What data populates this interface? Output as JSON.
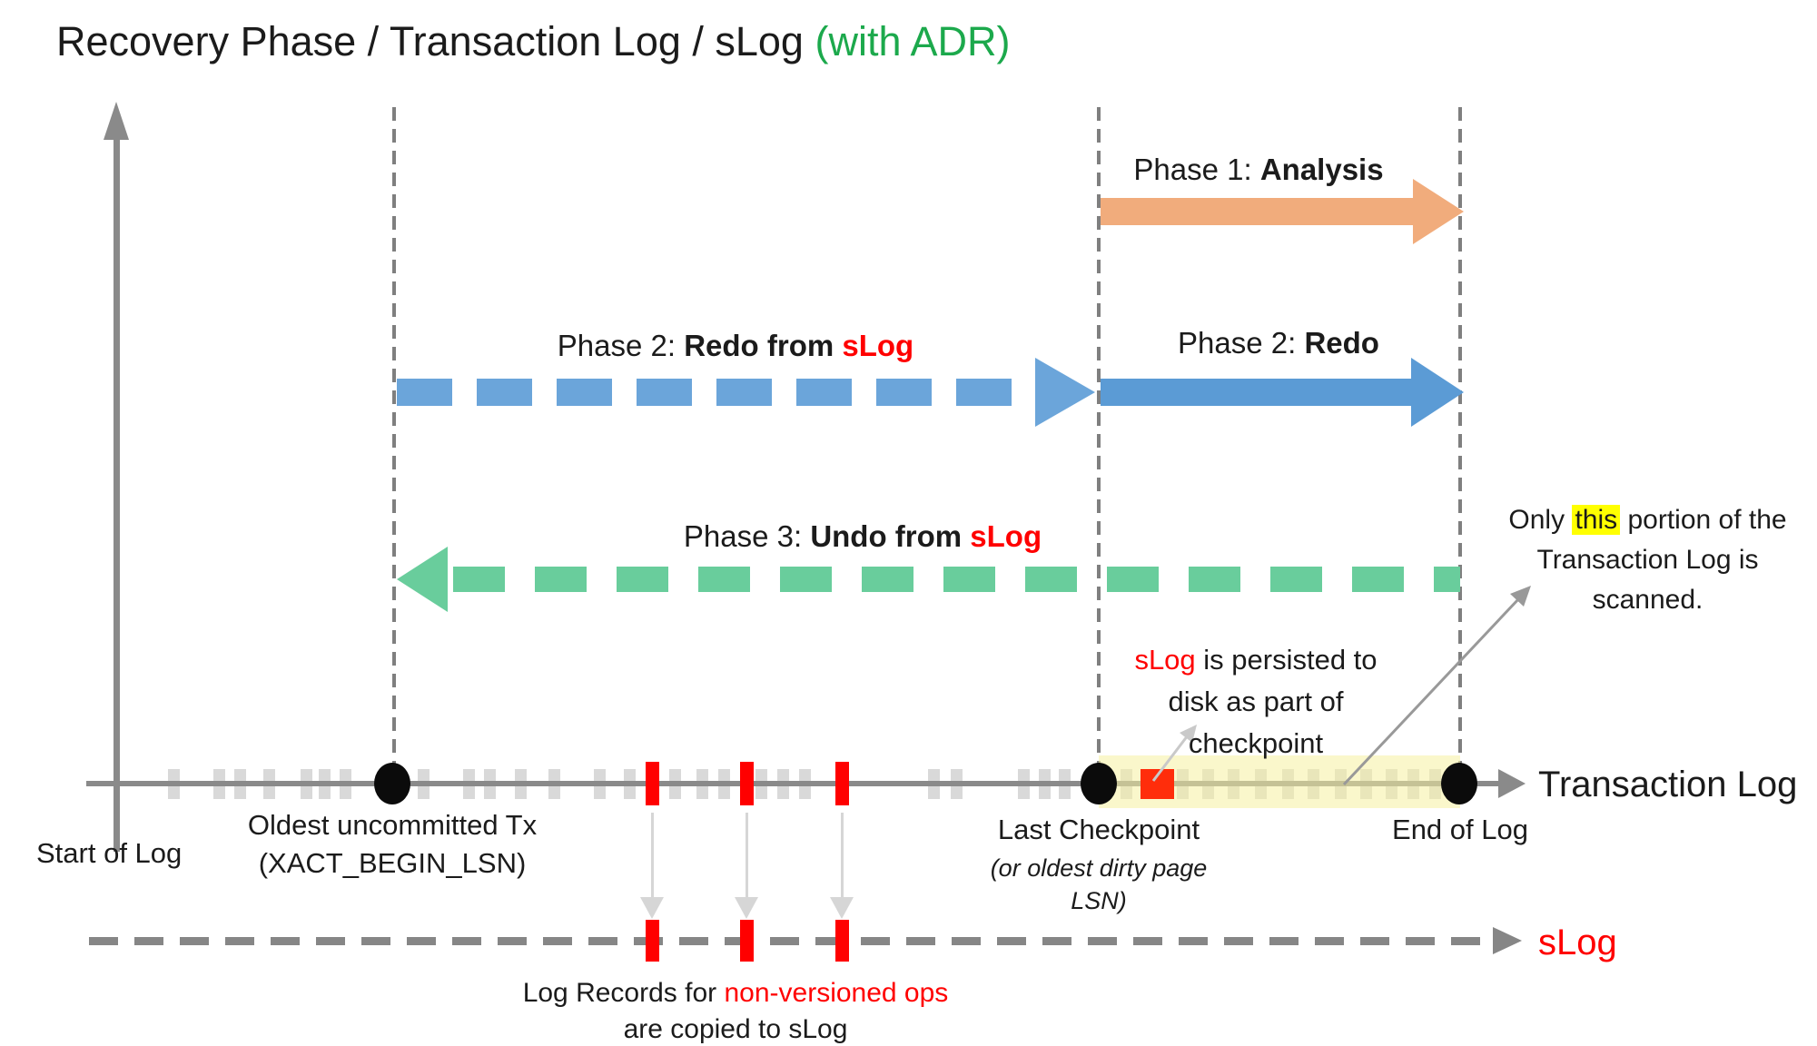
{
  "title": {
    "main": "Recovery Phase / Transaction Log / sLog ",
    "suffix": "(with ADR)"
  },
  "phases": {
    "p1_prefix": "Phase 1: ",
    "p1_bold": "Analysis",
    "p2slog_prefix": "Phase 2: ",
    "p2slog_bold": "Redo from ",
    "p2slog_red": "sLog",
    "p2_prefix": "Phase 2: ",
    "p2_bold": "Redo",
    "p3_prefix": "Phase 3: ",
    "p3_bold": "Undo from ",
    "p3_red": "sLog"
  },
  "notes": {
    "persist_red": "sLog",
    "persist_line1_rest": " is persisted to",
    "persist_line2": "disk as part of",
    "persist_line3": "checkpoint",
    "scanned_pre": "Only ",
    "scanned_highlight": "this",
    "scanned_post": " portion of the",
    "scanned_line2": "Transaction Log is scanned.",
    "copy_line1_black": "Log Records for ",
    "copy_line1_red": "non-versioned ops",
    "copy_line2": "are copied to sLog"
  },
  "axis_labels": {
    "start": "Start of Log",
    "oldest_line1": "Oldest uncommitted Tx",
    "oldest_line2": "(XACT_BEGIN_LSN)",
    "checkpoint": "Last Checkpoint",
    "checkpoint_sub1": "(or oldest dirty page",
    "checkpoint_sub2": "LSN)",
    "end": "End of Log",
    "txlog": "Transaction Log",
    "slog": "sLog"
  },
  "colors": {
    "title_green": "#1CA94C",
    "phase1_orange": "#F1AC7C",
    "phase2_blue_solid": "#5B9BD5",
    "phase2_blue_dashed": "#6BA5DA",
    "phase3_green_dashed": "#69CD9C",
    "red": "#FF0000",
    "red_square": "#FF2D0B",
    "yellow_band": "#FAF6D4",
    "highlight_yellow": "#FFFF00",
    "axis_gray": "#8A8A8A",
    "tick_gray": "#D9D9D9"
  },
  "log": {
    "gray_ticks": [
      191,
      241,
      264,
      296,
      337,
      357,
      380,
      466,
      516,
      539,
      573,
      610,
      660,
      693,
      743,
      773,
      797,
      838,
      862,
      886,
      1028,
      1053,
      1127,
      1150,
      1172,
      1240,
      1302,
      1330,
      1358,
      1388,
      1418,
      1446,
      1476,
      1504,
      1532,
      1556,
      1580
    ],
    "red_ticks": [
      718,
      822,
      927
    ],
    "dots": [
      432,
      1210,
      1607
    ],
    "vlines": [
      434,
      1210,
      1608
    ]
  }
}
